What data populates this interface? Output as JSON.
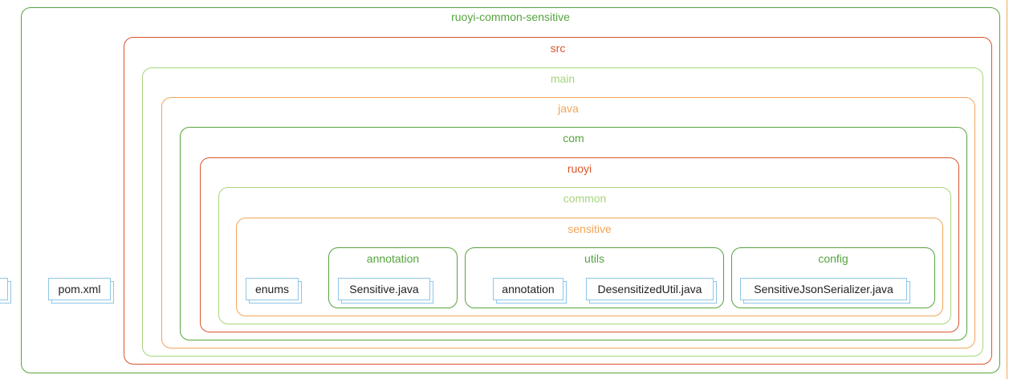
{
  "containers": {
    "root": "ruoyi-common-sensitive",
    "src": "src",
    "main": "main",
    "java": "java",
    "com": "com",
    "ruoyi": "ruoyi",
    "common": "common",
    "sensitive": "sensitive",
    "annotation": "annotation",
    "utils": "utils",
    "config": "config"
  },
  "files": {
    "pom": "pom.xml",
    "enums": "enums",
    "sensitive_java": "Sensitive.java",
    "utils_annotation": "annotation",
    "desensitized_util": "DesensitizedUtil.java",
    "serializer": "SensitiveJsonSerializer.java"
  },
  "colors": {
    "green": "#56a33e",
    "red": "#d9552b",
    "lime": "#a6d57a",
    "orange": "#f1a558",
    "file_border": "#8ec6e8"
  }
}
